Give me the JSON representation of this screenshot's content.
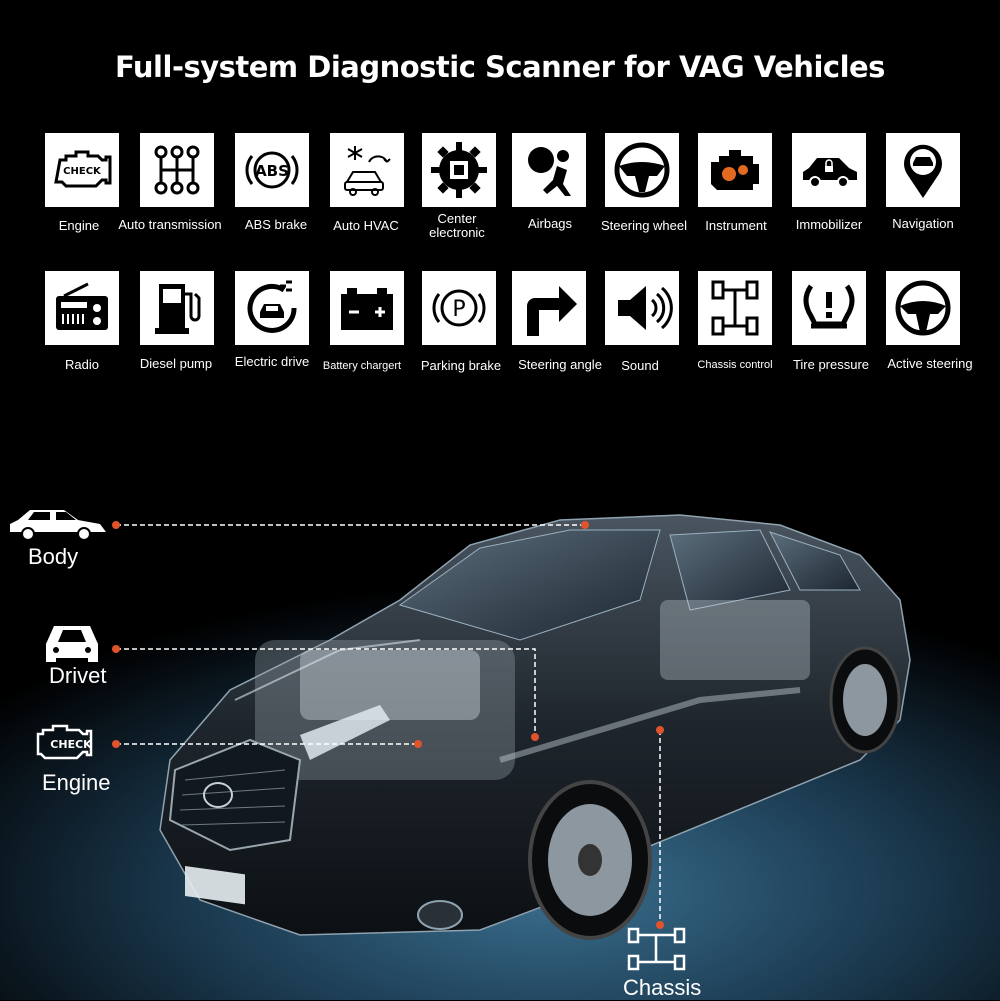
{
  "title": "Full-system Diagnostic Scanner for VAG Vehicles",
  "row1": [
    {
      "label": "Engine",
      "icon": "check-engine-icon"
    },
    {
      "label": "Auto transmission",
      "icon": "gear-shift-icon"
    },
    {
      "label": "ABS brake",
      "icon": "abs-icon"
    },
    {
      "label": "Auto HVAC",
      "icon": "hvac-icon"
    },
    {
      "label": "Center electronic",
      "icon": "chip-gear-icon"
    },
    {
      "label": "Airbags",
      "icon": "airbag-icon"
    },
    {
      "label": "Steering wheel",
      "icon": "steering-wheel-icon"
    },
    {
      "label": "Instrument",
      "icon": "instrument-icon"
    },
    {
      "label": "Immobilizer",
      "icon": "immobilizer-icon"
    },
    {
      "label": "Navigation",
      "icon": "navigation-icon"
    }
  ],
  "row2": [
    {
      "label": "Radio",
      "icon": "radio-icon"
    },
    {
      "label": "Diesel pump",
      "icon": "fuel-pump-icon"
    },
    {
      "label": "Electric drive",
      "icon": "electric-drive-icon"
    },
    {
      "label": "Battery chargert",
      "icon": "battery-icon"
    },
    {
      "label": "Parking brake",
      "icon": "parking-brake-icon"
    },
    {
      "label": "Steering angle",
      "icon": "turn-arrow-icon"
    },
    {
      "label": "Sound",
      "icon": "speaker-icon"
    },
    {
      "label": "Chassis control",
      "icon": "chassis-icon"
    },
    {
      "label": "Tire pressure",
      "icon": "tire-pressure-icon"
    },
    {
      "label": "Active steering",
      "icon": "active-steering-icon"
    }
  ],
  "check_text": "CHECK",
  "abs_text": "ABS",
  "parking_text": "P",
  "categories": {
    "body": "Body",
    "drivet": "Drivet",
    "engine": "Engine",
    "chassis": "Chassis"
  },
  "colors": {
    "background": "#000000",
    "tile": "#ffffff",
    "dot": "#e0532b"
  }
}
